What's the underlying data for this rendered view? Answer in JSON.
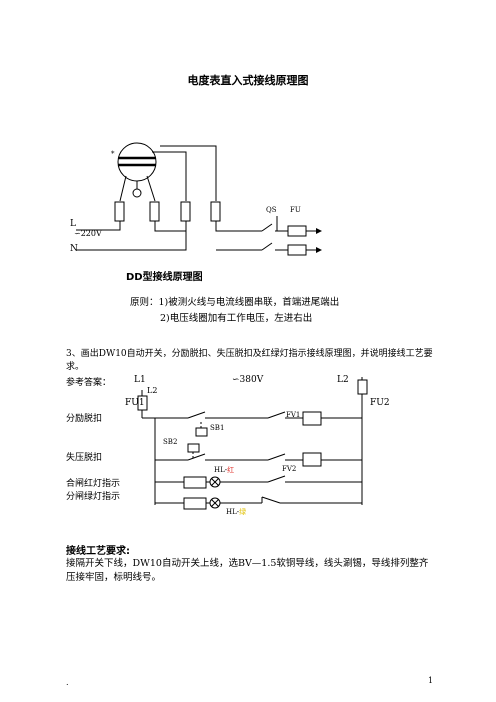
{
  "title": "电度表直入式接线原理图",
  "meter_diagram": {
    "label_L": "L",
    "label_N": "N",
    "label_voltage": "∽220V",
    "label_QS": "QS",
    "label_FU": "FU",
    "label_star": "*"
  },
  "caption": "DD型接线原理图",
  "principle_1": "原则：1)被测火线与电流线圈串联，首端进尾端出",
  "principle_2": "2)电压线圈加有工作电压，左进右出",
  "question_3": "3、画出DW10自动开关，分励脱扣、失压脱扣及红绿灯指示接线原理图，并说明接线工艺要求。",
  "answer_diagram": {
    "ref_label": "参考答案：",
    "L1": "L1",
    "voltage": "∽380V",
    "L2_right": "L2",
    "L2_left": "L2",
    "FU1": "FU1",
    "FU2": "FU2",
    "fenli": "分励脱扣",
    "FV1": "FV1",
    "SB1": "SB1",
    "SB2": "SB2",
    "shiya": "失压脱扣",
    "HL_red_prefix": "HL-",
    "HL_red_suffix": "红",
    "FV2": "FV2",
    "hezha": "合闸红灯指示",
    "fenzha": "分闸绿灯指示",
    "HL_green_prefix": "HL-",
    "HL_green_suffix": "绿",
    "red_color": "#e0342e",
    "green_color": "#e0c000"
  },
  "craft_heading": "接线工艺要求:",
  "craft_body": "接隔开关下线，DW10自动开关上线，选BV—1.5软铜导线，线头涮锡，导线排列整齐压接牢固，标明线号。",
  "page_left": ".",
  "page_right": "1"
}
